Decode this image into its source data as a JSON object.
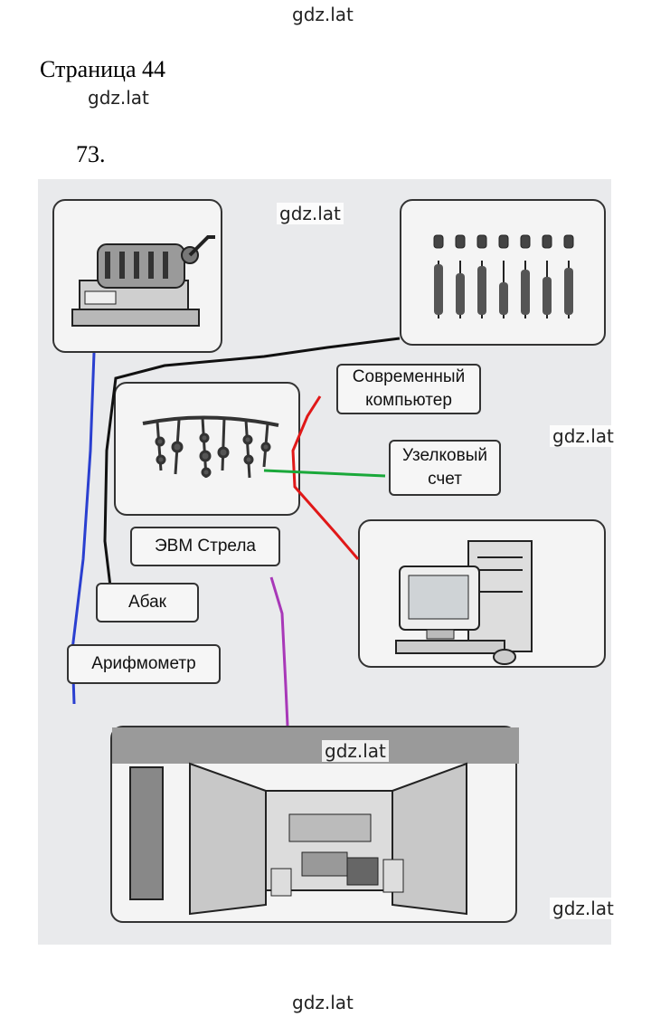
{
  "watermark": "gdz.lat",
  "page": {
    "title": "Страница 44",
    "task_number": "73."
  },
  "labels": {
    "modern_computer": "Современный компьютер",
    "knot_count": "Узелковый счет",
    "evm_strela": "ЭВМ Стрела",
    "abacus": "Абак",
    "arithmometer": "Арифмометр"
  },
  "pictures": [
    "arithmometer-icon",
    "abacus-icon",
    "knot-count-icon",
    "modern-computer-icon",
    "evm-strela-icon"
  ],
  "colors": {
    "line_blue": "#2a3fd0",
    "line_black": "#111111",
    "line_red": "#e01818",
    "line_green": "#1aa83a",
    "line_purple": "#a838b8"
  }
}
